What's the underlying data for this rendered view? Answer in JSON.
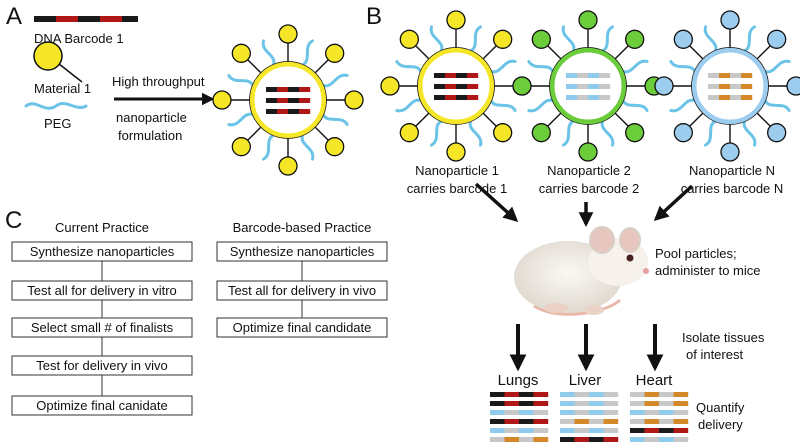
{
  "colors": {
    "dna_dark": "#1a1a1a",
    "dna_red": "#b01818",
    "dna_blue": "#8ecbec",
    "dna_gray": "#c8c8c8",
    "dna_orange": "#d4882a",
    "material_yellow": "#f5e627",
    "material_green": "#6ccd3a",
    "material_blue": "#9ccdee",
    "peg": "#6cc3e8",
    "mouse_body": "#f3efe9"
  },
  "icons": [
    "mouse-illustration",
    "down-arrow-icon",
    "right-arrow-icon"
  ],
  "panel_a": {
    "letter": "A",
    "barcode_label": "DNA Barcode 1",
    "material_label": "Material 1",
    "peg_label": "PEG",
    "process_line1": "High throughput",
    "process_line2": "nanoparticle",
    "process_line3": "formulation"
  },
  "panel_b": {
    "letter": "B",
    "particles": [
      {
        "line1": "Nanoparticle 1",
        "line2": "carries barcode 1"
      },
      {
        "line1": "Nanoparticle 2",
        "line2": "carries barcode 2"
      },
      {
        "line1": "Nanoparticle N",
        "line2": "carries barcode N"
      }
    ],
    "pool_line1": "Pool particles;",
    "pool_line2": "administer to mice",
    "isolate_line1": "Isolate tissues",
    "isolate_line2": "of interest",
    "tissues": [
      "Lungs",
      "Liver",
      "Heart"
    ],
    "quantify_line1": "Quantify",
    "quantify_line2": "delivery"
  },
  "panel_c": {
    "letter": "C",
    "current_title": "Current Practice",
    "current_steps": [
      "Synthesize nanoparticles",
      "Test all for delivery in vitro",
      "Select small # of finalists",
      "Test for delivery in vivo",
      "Optimize final canidate"
    ],
    "barcode_title": "Barcode-based Practice",
    "barcode_steps": [
      "Synthesize nanoparticles",
      "Test all for delivery in vivo",
      "Optimize final candidate"
    ]
  }
}
